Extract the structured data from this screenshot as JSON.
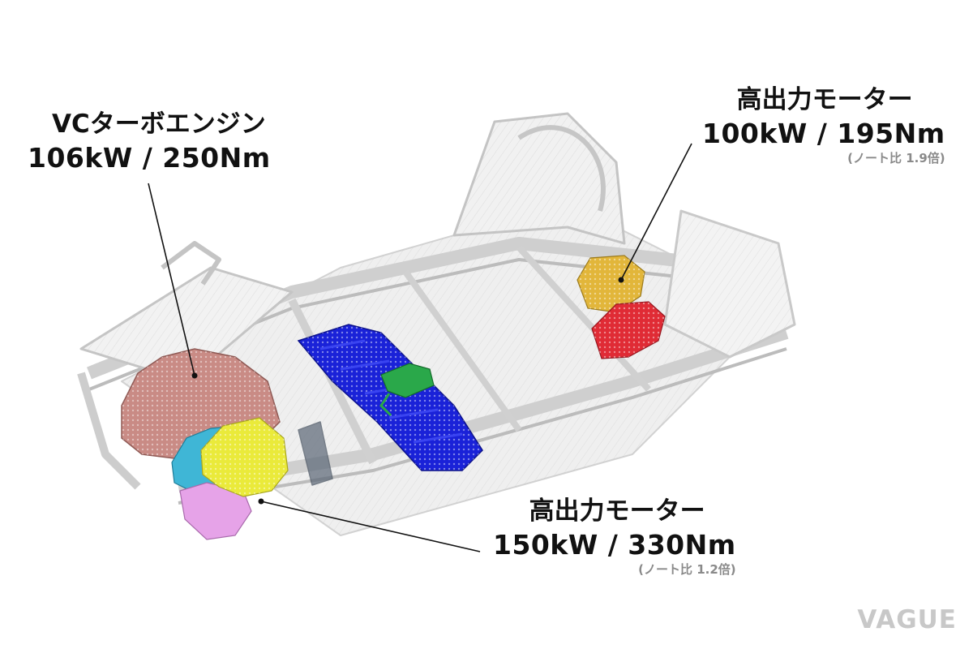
{
  "labels": {
    "engine": {
      "title": "VCターボエンジン",
      "spec": "106kW / 250Nm"
    },
    "rear_motor": {
      "title": "高出力モーター",
      "spec": "100kW / 195Nm",
      "note": "(ノート比 1.9倍)"
    },
    "front_motor": {
      "title": "高出力モーター",
      "spec": "150kW / 330Nm",
      "note": "(ノート比 1.2倍)"
    }
  },
  "watermark": {
    "text": "VAGUE"
  },
  "component_colors": {
    "engine": "#c98b85",
    "front_motor": "#eaea3a",
    "front_motor_housing": "#3fb6d6",
    "front_motor_lower": "#e6a3e8",
    "battery": "#1a22d8",
    "controller": "#2aa84a",
    "rear_motor": "#e2b63a",
    "rear_inverter": "#e02b35",
    "chassis": "#c9c9c9"
  }
}
